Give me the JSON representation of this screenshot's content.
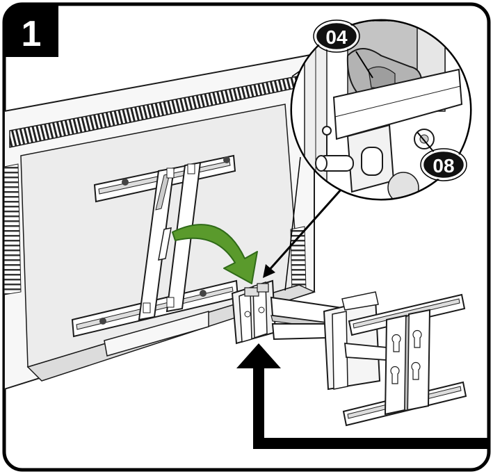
{
  "step": {
    "number": "1"
  },
  "callouts": [
    {
      "id": "part-04",
      "label": "04"
    },
    {
      "id": "part-08",
      "label": "08"
    }
  ],
  "colors": {
    "frame": "#000000",
    "callout_fill": "#111111",
    "step_badge": "#000000",
    "rotation_arrow": "#5a9a2c",
    "rotation_arrow_dark": "#2f6a18",
    "line_art": "#1a1a1a",
    "tv_shade": "#e9e9e9",
    "metal": "#f2f2f2",
    "zoom_shade": "#bdbdbd"
  },
  "icons": [
    "curved-rotation-arrow-icon",
    "upward-direction-arrow-icon",
    "pointer-arrow-icon"
  ]
}
